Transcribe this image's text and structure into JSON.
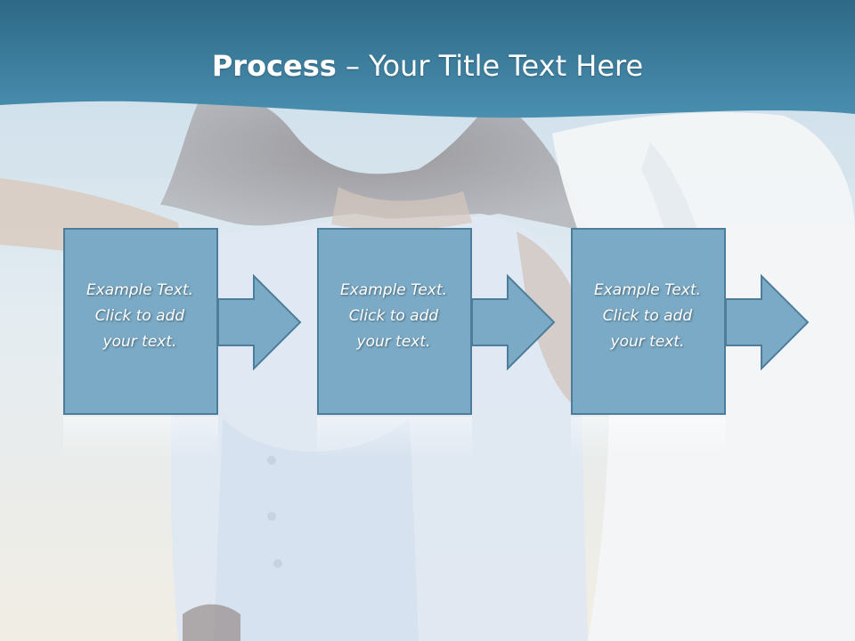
{
  "title": {
    "bold": "Process",
    "rest": " – Your Title Text Here"
  },
  "colors": {
    "header": "#3b7c9b",
    "box": "#7aaac6",
    "box_stroke": "#4d7d9a",
    "text": "#ffffff"
  },
  "steps": [
    {
      "line1": "Example Text.",
      "line2": "Click  to add",
      "line3": "your text."
    },
    {
      "line1": "Example Text.",
      "line2": "Click  to add",
      "line3": "your text."
    },
    {
      "line1": "Example Text.",
      "line2": "Click  to add",
      "line3": "your text."
    }
  ]
}
